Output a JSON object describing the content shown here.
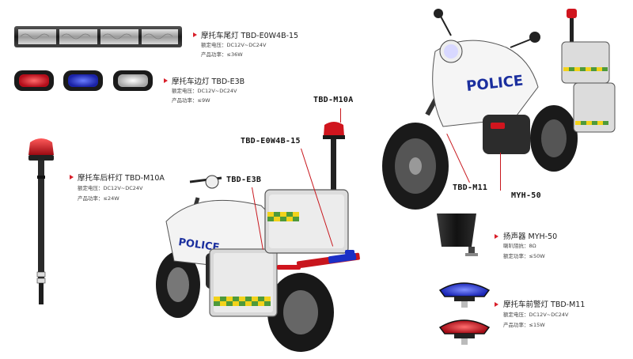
{
  "products": [
    {
      "title": "摩托车尾灯 TBD-E0W4B-15",
      "specs": [
        "额定电压：DC12V~DC24V",
        "产品功率：≤36W"
      ]
    },
    {
      "title": "摩托车边灯 TBD-E3B",
      "specs": [
        "额定电压：DC12V~DC24V",
        "产品功率：≤9W"
      ]
    },
    {
      "title": "摩托车后杆灯 TBD-M10A",
      "specs": [
        "额定电压：DC12V~DC24V",
        "产品功率：≤24W"
      ]
    },
    {
      "title": "扬声器 MYH-50",
      "specs": [
        "喇叭阻抗：8Ω",
        "额定功率：≤50W"
      ]
    },
    {
      "title": "摩托车前警灯 TBD-M11",
      "specs": [
        "额定电压：DC12V~DC24V",
        "产品功率：≤15W"
      ]
    }
  ],
  "callouts": {
    "m10a": "TBD-M10A",
    "e0w4b": "TBD-E0W4B-15",
    "e3b": "TBD-E3B",
    "m11": "TBD-M11",
    "myh": "MYH-50"
  },
  "decals": {
    "police": "POLICE"
  },
  "colors": {
    "accent": "#d91f2a",
    "checker_yellow": "#f2d21b",
    "checker_green": "#4e9a3a",
    "police_blue": "#1b2f9e"
  }
}
